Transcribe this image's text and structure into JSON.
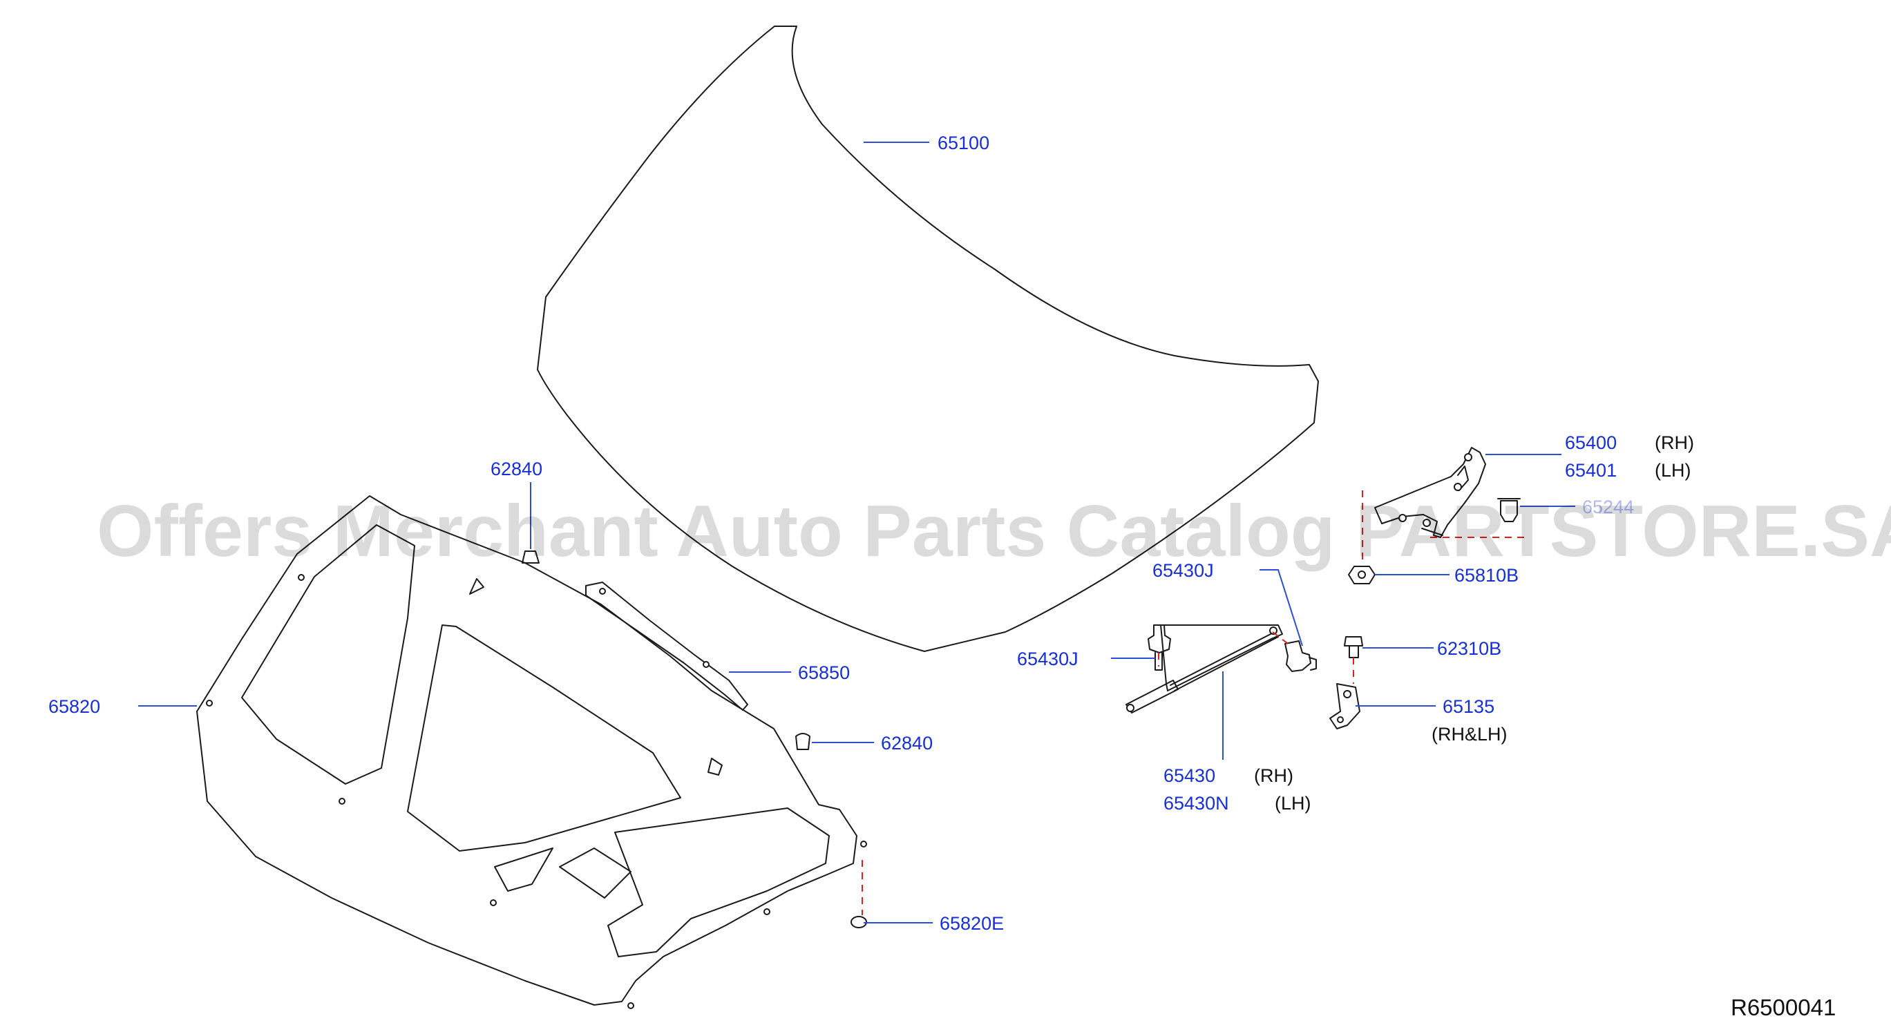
{
  "watermark": "Offers Merchant Auto Parts Catalog PARTSTORE.SA",
  "diagram_ref": "R6500041",
  "colors": {
    "label": "#1530d8",
    "leader": "#2a4fd6",
    "dashed_link": "#e02020",
    "outline": "#1a1a1a"
  },
  "parts": {
    "hood": "65100",
    "hood_insulator": "65820",
    "insulator_clip": "65820E",
    "seal": "65850",
    "bumper_upper": "62840",
    "bumper_lower": "62840",
    "hinge_rh": "65400",
    "hinge_rh_side": "(RH)",
    "hinge_lh": "65401",
    "hinge_lh_side": "(LH)",
    "hinge_bolt_obscured": "65244",
    "nut": "65810B",
    "stay_bracket_upper": "65430J",
    "stay_bracket_lower": "65430J",
    "stay_rh": "65430",
    "stay_rh_side": "(RH)",
    "stay_lh": "65430N",
    "stay_lh_side": "(LH)",
    "bolt": "62310B",
    "bracket": "65135",
    "bracket_side": "(RH&LH)"
  }
}
